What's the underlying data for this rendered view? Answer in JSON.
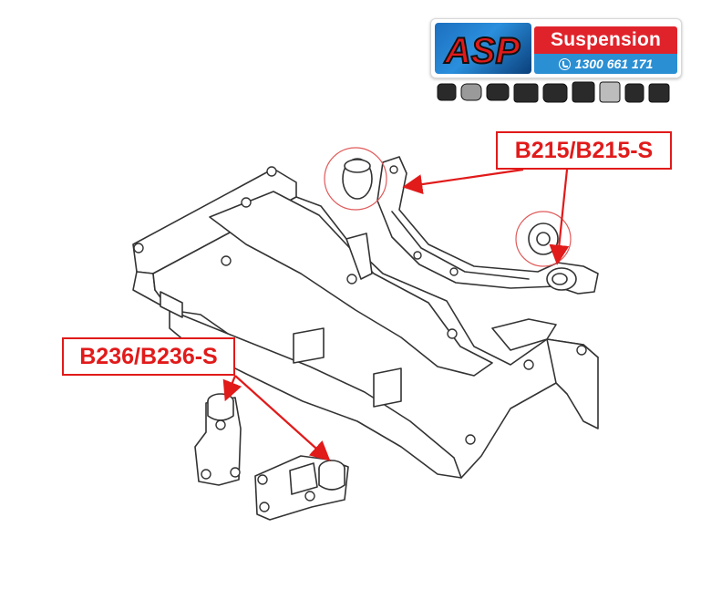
{
  "logo": {
    "brand_mark": "ASP",
    "brand_name": "Suspension",
    "phone": "1300 661 171"
  },
  "labels": {
    "top_part": "B215/B215-S",
    "bottom_part": "B236/B236-S"
  },
  "colors": {
    "accent_red": "#e11a1a",
    "logo_blue": "#2b8fd3",
    "line_art": "#333333"
  },
  "icons": {
    "phone": "phone-icon",
    "bush_thumbnails": "bushing-thumbnail-icon"
  }
}
